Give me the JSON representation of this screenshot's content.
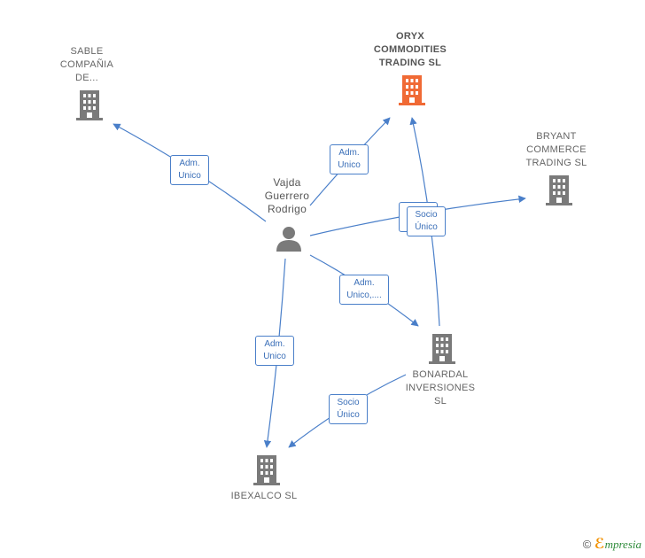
{
  "nodes": {
    "sable": {
      "label": [
        "SABLE",
        "COMPAÑIA",
        "DE..."
      ]
    },
    "oryx": {
      "label": [
        "ORYX",
        "COMMODITIES",
        "TRADING SL"
      ]
    },
    "bryant": {
      "label": [
        "BRYANT",
        "COMMERCE",
        "TRADING SL"
      ]
    },
    "person": {
      "label": [
        "Vajda",
        "Guerrero",
        "Rodrigo"
      ]
    },
    "bonardal": {
      "label": [
        "BONARDAL",
        "INVERSIONES",
        "SL"
      ]
    },
    "ibexalco": {
      "label": [
        "IBEXALCO SL"
      ]
    }
  },
  "edges": {
    "person_sable": [
      "Adm.",
      "Unico"
    ],
    "person_oryx": [
      "Adm.",
      "Unico"
    ],
    "person_bonardal": [
      "Adm.",
      "Unico,...."
    ],
    "person_ibexalco": [
      "Adm.",
      "Unico"
    ],
    "bonardal_oryx": [
      "Socio",
      "Único"
    ],
    "bonardal_ibexalco": [
      "Socio",
      "Único"
    ]
  },
  "colors": {
    "edge": "#4a7fc9",
    "building": "#7a7a7a",
    "building_main": "#f06a35",
    "person": "#7a7a7a"
  },
  "footer": {
    "copyright": "©",
    "brand_e": "ℰ",
    "brand": "mpresia"
  }
}
